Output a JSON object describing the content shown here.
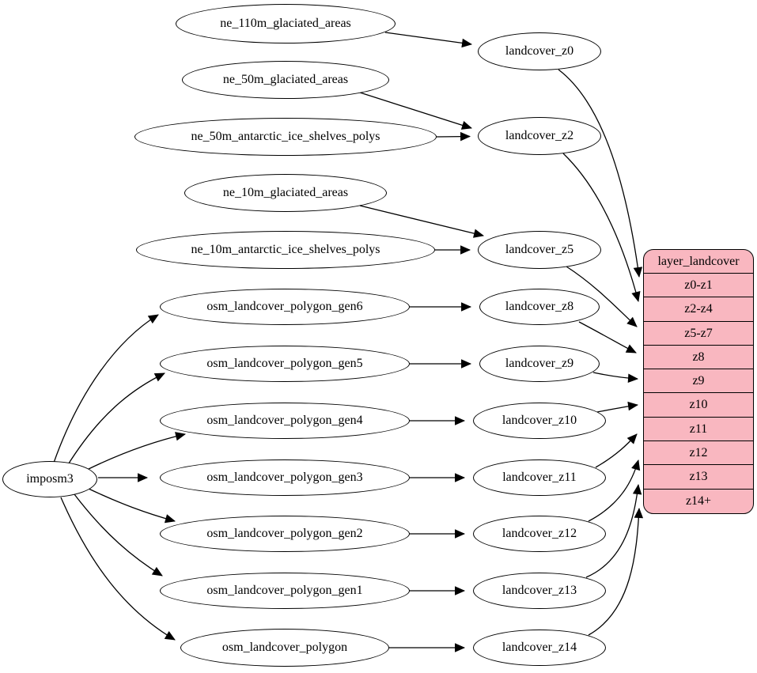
{
  "diagram": {
    "background_color": "#ffffff",
    "edge_color": "#000000",
    "ellipse_fill": "#ffffff",
    "ellipse_border": "#000000",
    "record_fill": "#f9b7c0",
    "record_border": "#000000"
  },
  "nodes": {
    "root": {
      "label": "imposm3"
    },
    "sources": [
      {
        "label": "ne_110m_glaciated_areas"
      },
      {
        "label": "ne_50m_glaciated_areas"
      },
      {
        "label": "ne_50m_antarctic_ice_shelves_polys"
      },
      {
        "label": "ne_10m_glaciated_areas"
      },
      {
        "label": "ne_10m_antarctic_ice_shelves_polys"
      },
      {
        "label": "osm_landcover_polygon_gen6"
      },
      {
        "label": "osm_landcover_polygon_gen5"
      },
      {
        "label": "osm_landcover_polygon_gen4"
      },
      {
        "label": "osm_landcover_polygon_gen3"
      },
      {
        "label": "osm_landcover_polygon_gen2"
      },
      {
        "label": "osm_landcover_polygon_gen1"
      },
      {
        "label": "osm_landcover_polygon"
      }
    ],
    "stages": [
      {
        "label": "landcover_z0"
      },
      {
        "label": "landcover_z2"
      },
      {
        "label": "landcover_z5"
      },
      {
        "label": "landcover_z8"
      },
      {
        "label": "landcover_z9"
      },
      {
        "label": "landcover_z10"
      },
      {
        "label": "landcover_z11"
      },
      {
        "label": "landcover_z12"
      },
      {
        "label": "landcover_z13"
      },
      {
        "label": "landcover_z14"
      }
    ],
    "record": {
      "title": "layer_landcover",
      "rows": [
        "z0-z1",
        "z2-z4",
        "z5-z7",
        "z8",
        "z9",
        "z10",
        "z11",
        "z12",
        "z13",
        "z14+"
      ]
    }
  },
  "edges": [
    {
      "from": "imposm3",
      "to": "osm_landcover_polygon_gen6"
    },
    {
      "from": "imposm3",
      "to": "osm_landcover_polygon_gen5"
    },
    {
      "from": "imposm3",
      "to": "osm_landcover_polygon_gen4"
    },
    {
      "from": "imposm3",
      "to": "osm_landcover_polygon_gen3"
    },
    {
      "from": "imposm3",
      "to": "osm_landcover_polygon_gen2"
    },
    {
      "from": "imposm3",
      "to": "osm_landcover_polygon_gen1"
    },
    {
      "from": "imposm3",
      "to": "osm_landcover_polygon"
    },
    {
      "from": "ne_110m_glaciated_areas",
      "to": "landcover_z0"
    },
    {
      "from": "ne_50m_glaciated_areas",
      "to": "landcover_z2"
    },
    {
      "from": "ne_50m_antarctic_ice_shelves_polys",
      "to": "landcover_z2"
    },
    {
      "from": "ne_10m_glaciated_areas",
      "to": "landcover_z5"
    },
    {
      "from": "ne_10m_antarctic_ice_shelves_polys",
      "to": "landcover_z5"
    },
    {
      "from": "osm_landcover_polygon_gen6",
      "to": "landcover_z8"
    },
    {
      "from": "osm_landcover_polygon_gen5",
      "to": "landcover_z9"
    },
    {
      "from": "osm_landcover_polygon_gen4",
      "to": "landcover_z10"
    },
    {
      "from": "osm_landcover_polygon_gen3",
      "to": "landcover_z11"
    },
    {
      "from": "osm_landcover_polygon_gen2",
      "to": "landcover_z12"
    },
    {
      "from": "osm_landcover_polygon_gen1",
      "to": "landcover_z13"
    },
    {
      "from": "osm_landcover_polygon",
      "to": "landcover_z14"
    },
    {
      "from": "landcover_z0",
      "to": "layer_landcover.z0-z1"
    },
    {
      "from": "landcover_z2",
      "to": "layer_landcover.z2-z4"
    },
    {
      "from": "landcover_z5",
      "to": "layer_landcover.z5-z7"
    },
    {
      "from": "landcover_z8",
      "to": "layer_landcover.z8"
    },
    {
      "from": "landcover_z9",
      "to": "layer_landcover.z9"
    },
    {
      "from": "landcover_z10",
      "to": "layer_landcover.z10"
    },
    {
      "from": "landcover_z11",
      "to": "layer_landcover.z11"
    },
    {
      "from": "landcover_z12",
      "to": "layer_landcover.z12"
    },
    {
      "from": "landcover_z13",
      "to": "layer_landcover.z13"
    },
    {
      "from": "landcover_z14",
      "to": "layer_landcover.z14+"
    }
  ]
}
